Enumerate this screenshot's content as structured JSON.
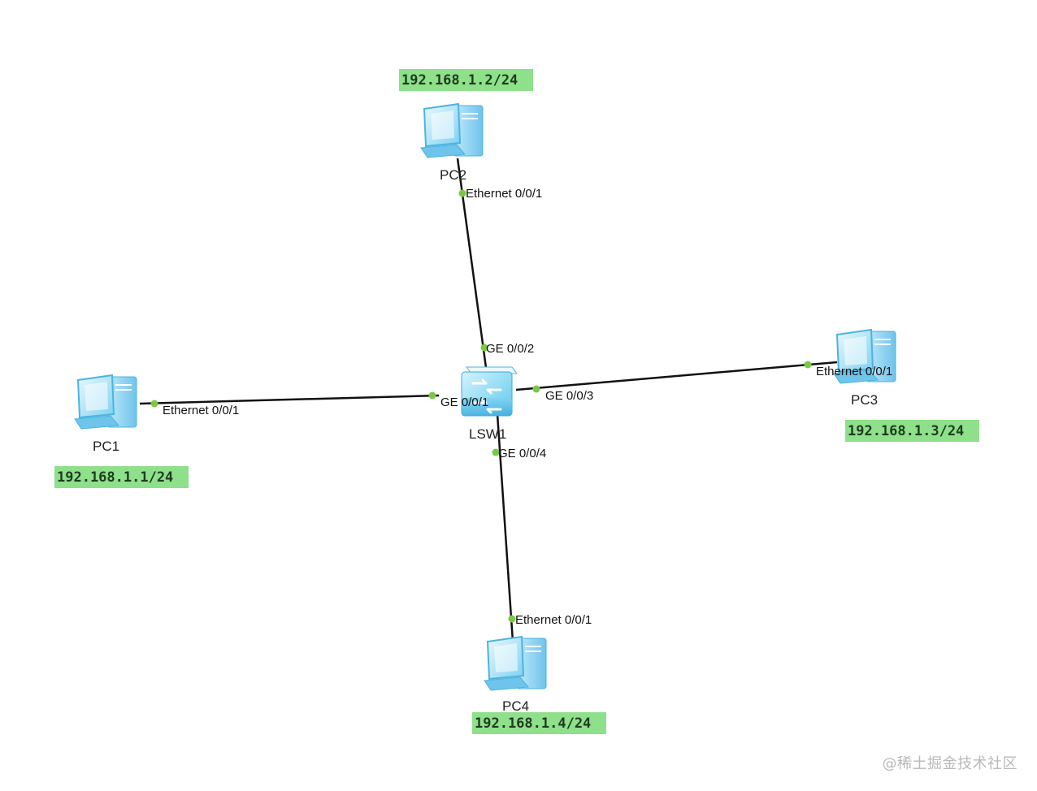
{
  "switch": {
    "name": "LSW1",
    "icon": "switch-icon",
    "color": "#5cc8ec"
  },
  "pcs": [
    {
      "id": "pc1",
      "name": "PC1",
      "ip": "192.168.1.1/24",
      "pc_port": "Ethernet 0/0/1",
      "switch_port": "GE 0/0/1",
      "icon": "pc-icon"
    },
    {
      "id": "pc2",
      "name": "PC2",
      "ip": "192.168.1.2/24",
      "pc_port": "Ethernet 0/0/1",
      "switch_port": "GE 0/0/2",
      "icon": "pc-icon"
    },
    {
      "id": "pc3",
      "name": "PC3",
      "ip": "192.168.1.3/24",
      "pc_port": "Ethernet 0/0/1",
      "switch_port": "GE 0/0/3",
      "icon": "pc-icon"
    },
    {
      "id": "pc4",
      "name": "PC4",
      "ip": "192.168.1.4/24",
      "pc_port": "Ethernet 0/0/1",
      "switch_port": "GE 0/0/4",
      "icon": "pc-icon"
    }
  ],
  "colors": {
    "link": "#111111",
    "port_dot": "#7ac943",
    "ip_box": "#8ee08a",
    "device": "#8fd6f4"
  },
  "watermark": "@稀土掘金技术社区"
}
